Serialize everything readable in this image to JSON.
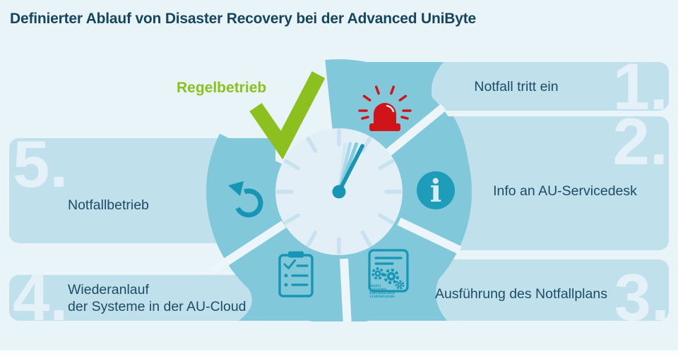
{
  "title": "Definierter Ablauf von Disaster Recovery bei der Advanced UniByte",
  "regelbetrieb": {
    "label": "Regelbetrieb",
    "icon": "green-checkmark-icon"
  },
  "center": {
    "icon": "clock-icon",
    "meaning": "Zeit / Ablauf"
  },
  "steps": [
    {
      "number": "1.",
      "label": "Notfall tritt ein",
      "icon": "emergency-siren-icon"
    },
    {
      "number": "2.",
      "label": "Info an AU-Servicedesk",
      "icon": "info-icon"
    },
    {
      "number": "3.",
      "label": "Ausführung des Notfallplans",
      "icon": "document-gears-icon",
      "binary_code": [
        "001011",
        "110101001",
        "0101101011010",
        "1110010110101"
      ]
    },
    {
      "number": "4.",
      "label": "Wiederanlauf",
      "label2": "der Systeme in der AU-Cloud",
      "icon": "checklist-clipboard-icon"
    },
    {
      "number": "5.",
      "label": "Notfallbetrieb",
      "icon": "restart-arrow-icon"
    }
  ],
  "colors": {
    "background": "#e9f4f9",
    "band": "#c0e0eb",
    "segment": "#81c8da",
    "accent_teal": "#1795b4",
    "info_circle": "#1f9cba",
    "green": "#8cc01f",
    "red": "#d01418",
    "dark_text": "#1d4c66",
    "number": "#e4f1f8"
  }
}
